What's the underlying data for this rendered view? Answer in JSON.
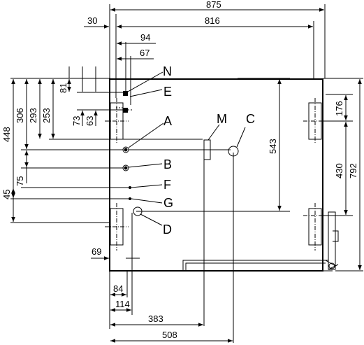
{
  "dimensions": {
    "width_overall": "875",
    "width_inner": "816",
    "offset_left": "30",
    "n_x": "94",
    "e_x": "67",
    "n_y": "81",
    "upper_e_y1": "73",
    "upper_e_y2": "63",
    "h_448": "448",
    "h_306": "306",
    "h_293": "293",
    "h_253": "253",
    "h_75": "75",
    "h_45": "45",
    "h_543": "543",
    "h_176": "176",
    "h_430": "430",
    "h_792": "792",
    "bottom_69": "69",
    "bottom_84": "84",
    "bottom_114": "114",
    "bottom_383": "383",
    "bottom_508": "508"
  },
  "points": {
    "n": "N",
    "e": "E",
    "a": "A",
    "b": "B",
    "f": "F",
    "g": "G",
    "d": "D",
    "m": "M",
    "c": "C"
  }
}
